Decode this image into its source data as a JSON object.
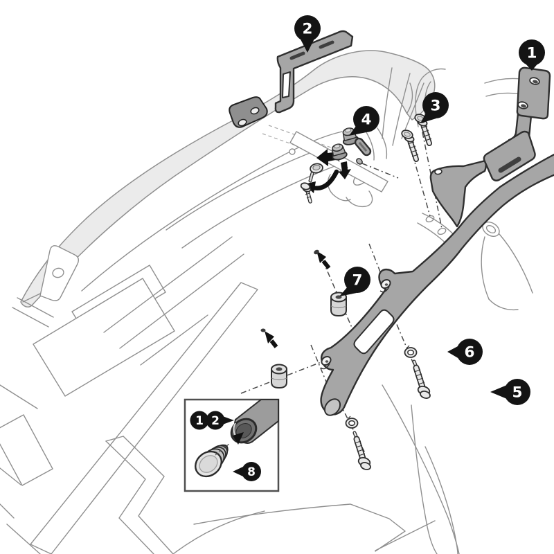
{
  "diagram": {
    "background": "#ffffff"
  },
  "colors": {
    "part_fill": "#a6a6a6",
    "part_outline": "#2f2f2f",
    "line_art": "#8f8f8f",
    "panel_fill": "#ebebeb",
    "balloon_bg": "#141414",
    "balloon_text": "#ffffff",
    "hardware_fill": "#e9e9e9",
    "dash_line": "#4a4a4a",
    "inset_border": "#4f4f4f"
  },
  "callouts": {
    "c1": {
      "label": "1"
    },
    "c2": {
      "label": "2"
    },
    "c3": {
      "label": "3"
    },
    "c4": {
      "label": "4"
    },
    "c5": {
      "label": "5"
    },
    "c6": {
      "label": "6"
    },
    "c7": {
      "label": "7"
    },
    "c8": {
      "label": "8"
    }
  }
}
